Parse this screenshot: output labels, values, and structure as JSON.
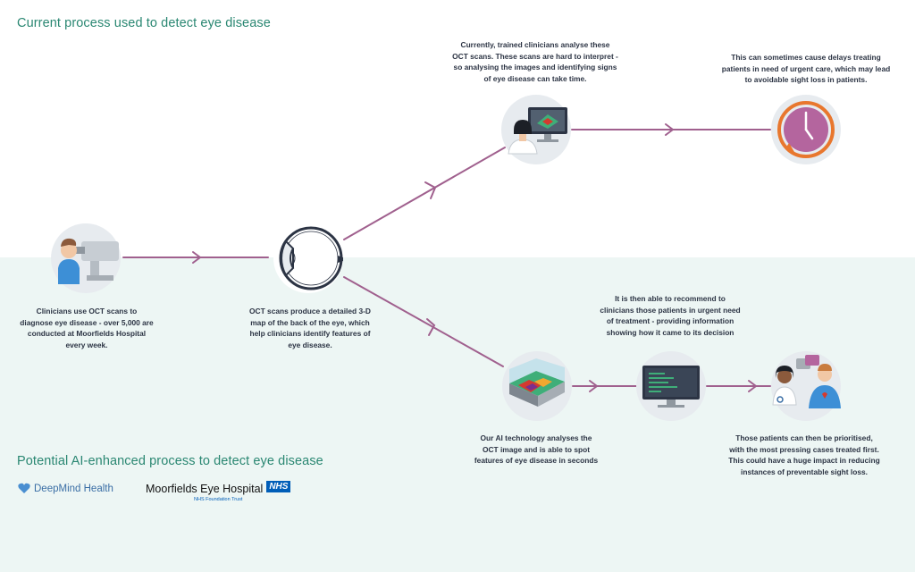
{
  "headings": {
    "current": "Current process used to detect eye disease",
    "ai": "Potential AI-enhanced process to detect eye disease"
  },
  "captions": {
    "oct_scans": "Clinicians use OCT scans to diagnose eye disease - over 5,000 are conducted at Moorfields Hospital every week.",
    "detailed_map": "OCT scans produce a detailed 3-D map of the back of the eye, which help clinicians identify features of eye disease.",
    "clinicians_analyse": "Currently, trained clinicians analyse these OCT scans. These scans are hard to interpret - so analysing the images and identifying signs of eye disease can take time.",
    "delays": "This can sometimes cause delays treating patients in need of urgent care, which may lead to avoidable sight loss in patients.",
    "ai_analyses": "Our AI technology analyses the OCT image and is able to spot features of eye disease in seconds",
    "recommend": "It is then able to recommend to clinicians those patients in urgent need of treatment - providing information showing how it came to its decision",
    "prioritised": "Those patients can then be prioritised, with the most pressing cases treated first. This could have a huge impact in reducing instances of preventable sight loss."
  },
  "logos": {
    "deepmind": "DeepMind Health",
    "moorfields": "Moorfields Eye Hospital",
    "nhs": "NHS",
    "trust": "NHS Foundation Trust"
  },
  "colors": {
    "heading": "#2a8772",
    "arrow": "#a0608e",
    "bottom_bg": "#edf6f4",
    "clock": "#b4659e",
    "clock_ring": "#e8772e"
  },
  "icons": [
    "oct-scanner-icon",
    "eye-icon",
    "clinician-monitor-icon",
    "clock-icon",
    "oct-3d-scan-icon",
    "ai-monitor-icon",
    "doctor-patient-icon"
  ]
}
